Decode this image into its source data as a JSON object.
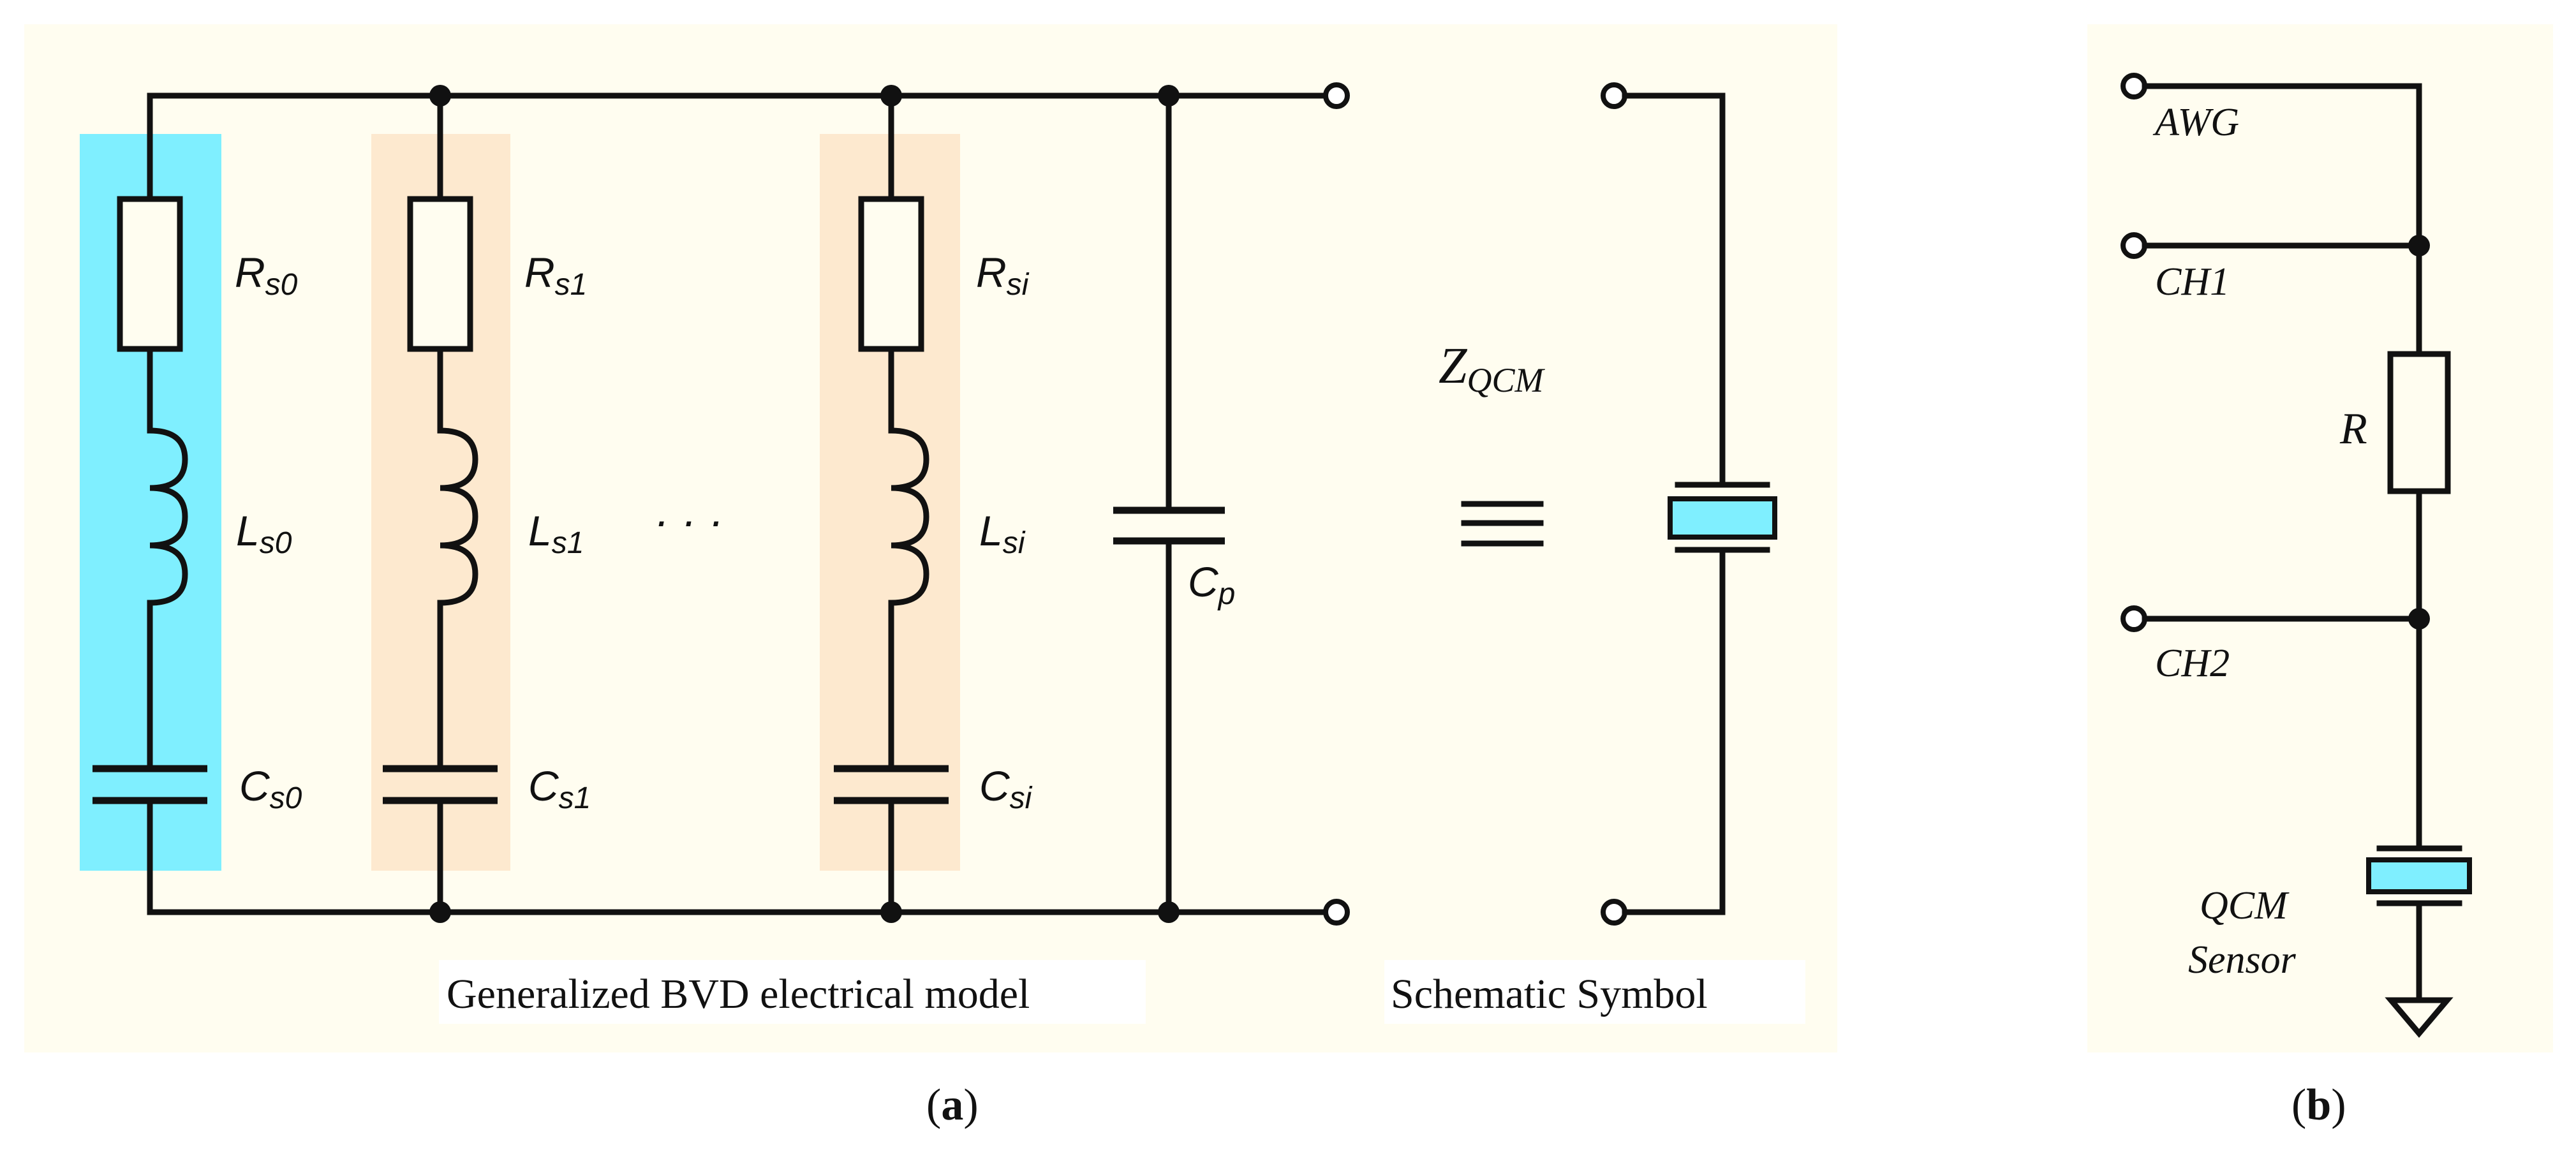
{
  "colors": {
    "background_panel": "#fffdf0",
    "highlight_cyan": "#7fefff",
    "highlight_peach": "#fde9cf",
    "wire": "#111111"
  },
  "labels": {
    "Rs0": {
      "main": "R",
      "sub": "s0"
    },
    "Ls0": {
      "main": "L",
      "sub": "s0"
    },
    "Cs0": {
      "main": "C",
      "sub": "s0"
    },
    "Rs1": {
      "main": "R",
      "sub": "s1"
    },
    "Ls1": {
      "main": "L",
      "sub": "s1"
    },
    "Cs1": {
      "main": "C",
      "sub": "s1"
    },
    "Rsi": {
      "main": "R",
      "sub": "si"
    },
    "Lsi": {
      "main": "L",
      "sub": "si"
    },
    "Csi": {
      "main": "C",
      "sub": "si"
    },
    "Cp": {
      "main": "C",
      "sub": "p"
    },
    "ellipsis": "· · ·",
    "Zqcm": {
      "main": "Z",
      "sub": "QCM"
    }
  },
  "captions": {
    "bvd_model": "Generalized BVD electrical model",
    "schematic_symbol": "Schematic Symbol",
    "panel_a": {
      "open": "(",
      "letter": "a",
      "close": ")"
    },
    "panel_b": {
      "open": "(",
      "letter": "b",
      "close": ")"
    }
  },
  "panel_b": {
    "awg": "AWG",
    "ch1": "CH1",
    "ch2": "CH2",
    "r": "R",
    "qcm_line1": "QCM",
    "qcm_line2": "Sensor"
  }
}
